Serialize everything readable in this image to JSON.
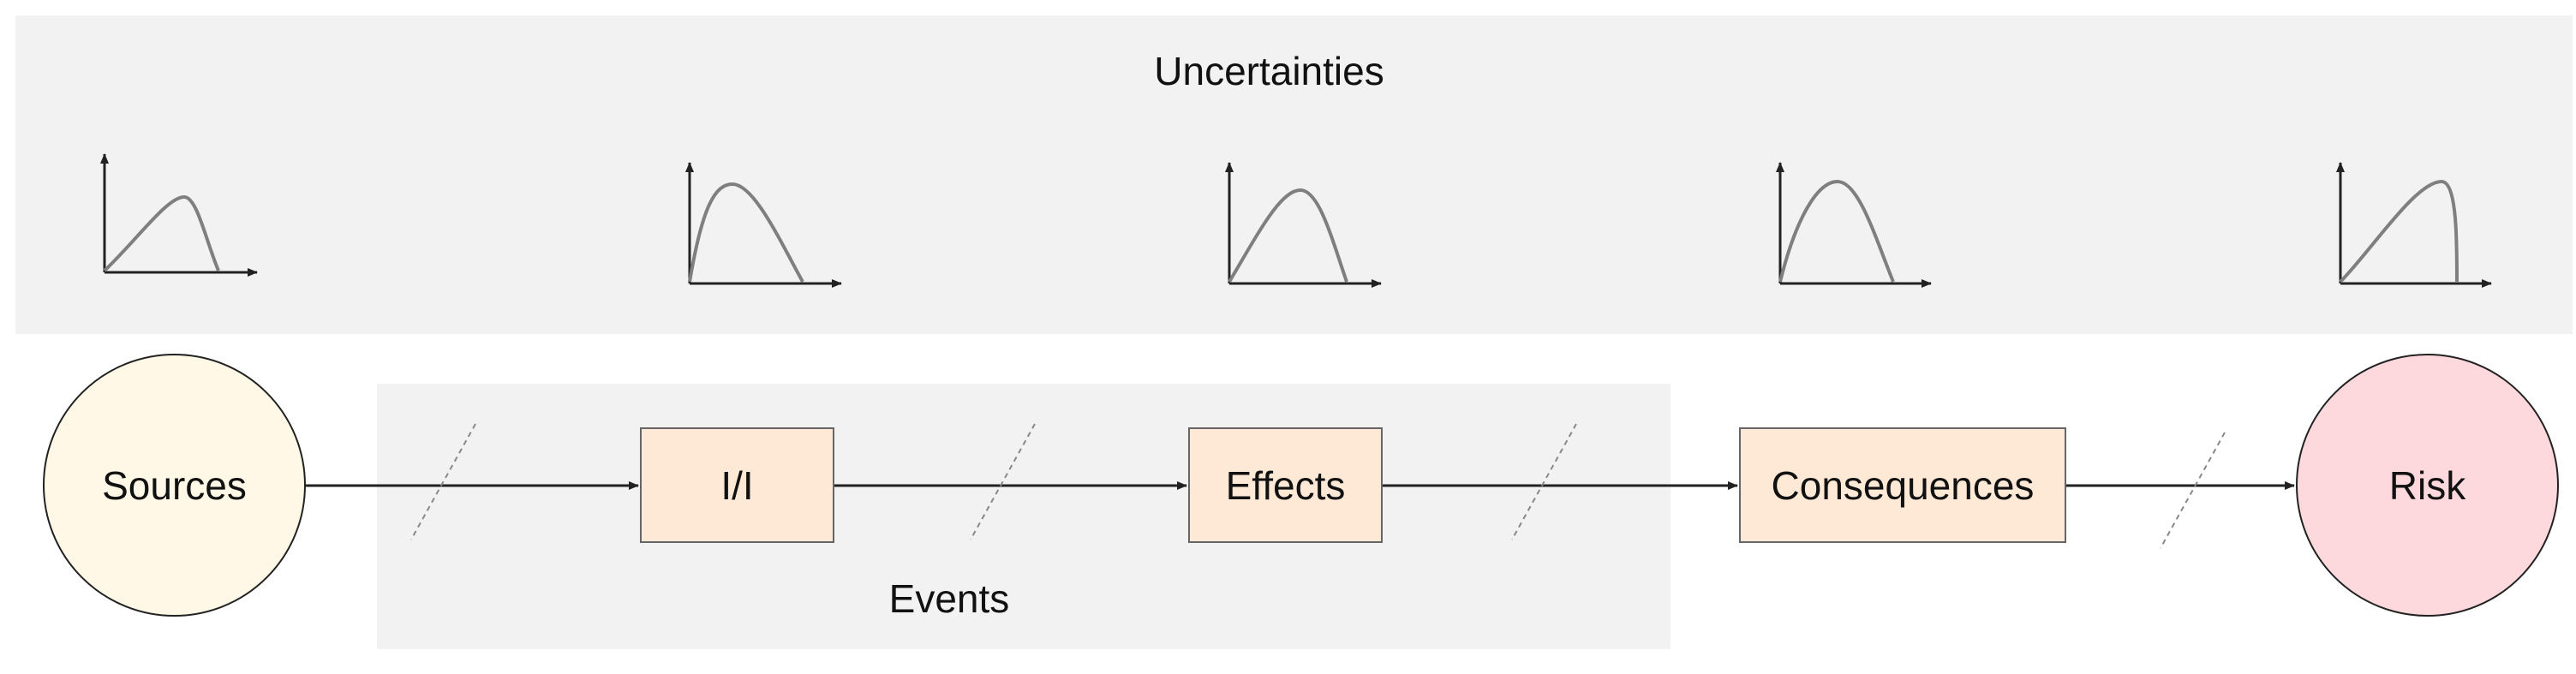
{
  "uncertainties": {
    "title": "Uncertainties"
  },
  "events": {
    "label": "Events"
  },
  "nodes": {
    "sources": "Sources",
    "ii": "I/I",
    "effects": "Effects",
    "consequences": "Consequences",
    "risk": "Risk"
  },
  "colors": {
    "band": "#f2f2f2",
    "sources_fill": "#fff8e6",
    "risk_fill": "#fdd8dc",
    "box_fill": "#fde9d6",
    "line": "#222222",
    "curve": "#7f7f7f"
  }
}
